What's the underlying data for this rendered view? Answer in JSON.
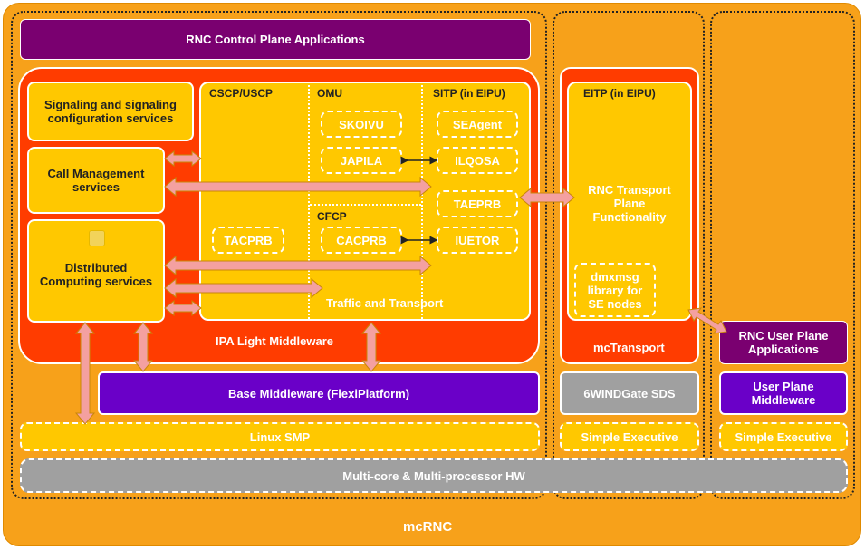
{
  "title": "mcRNC",
  "control_plane": "RNC Control Plane Applications",
  "signaling": "Signaling and signaling configuration services",
  "call_mgmt": "Call Management services",
  "distributed": "Distributed Computing services",
  "cscp": "CSCP/USCP",
  "omu": "OMU",
  "sitp": "SITP (in EIPU)",
  "cfcp": "CFCP",
  "skoivu": "SKOIVU",
  "japila": "JAPILA",
  "seagent": "SEAgent",
  "ilqosa": "ILQOSA",
  "taeprb": "TAEPRB",
  "tacprb": "TACPRB",
  "cacprb": "CACPRB",
  "iuetor": "IUETOR",
  "traffic": "Traffic and Transport",
  "ipa_light": "IPA Light Middleware",
  "base_mw": "Base Middleware (FlexiPlatform)",
  "linux": "Linux SMP",
  "hw": "Multi-core & Multi-processor HW",
  "eitp": "EITP (in EIPU)",
  "transport_func": "RNC Transport Plane Functionality",
  "dmxmsg": "dmxmsg library for SE nodes",
  "mctransport": "mcTransport",
  "sixwind": "6WINDGate SDS",
  "simple_exec": "Simple Executive",
  "user_plane_apps": "RNC User Plane Applications",
  "user_plane_mw": "User Plane Middleware",
  "simple_exec2": "Simple Executive",
  "colors": {
    "background": "#F7A11A",
    "ipa_red": "#FF3C00",
    "yellow": "#FFC800",
    "purple": "#7A0070",
    "violet": "#6A00C8",
    "grey": "#A0A0A0",
    "arrow": "#F4A0A0"
  }
}
